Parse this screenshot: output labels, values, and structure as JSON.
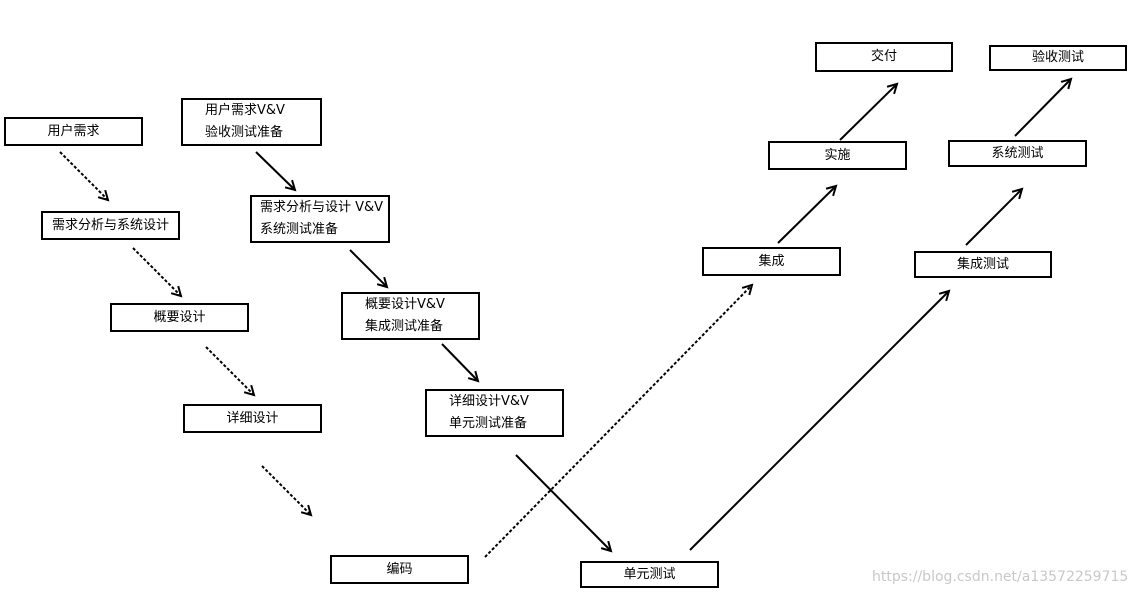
{
  "boxes": {
    "user_req": "用户需求",
    "req_analysis": "需求分析与系统设计",
    "outline_design": "概要设计",
    "detail_design": "详细设计",
    "coding": "编码",
    "user_req_vv": {
      "line1": "用户需求V&V",
      "line2": "验收测试准备"
    },
    "req_analysis_vv": {
      "line1": "需求分析与设计 V&V",
      "line2": "系统测试准备"
    },
    "outline_design_vv": {
      "line1": "概要设计V&V",
      "line2": "集成测试准备"
    },
    "detail_design_vv": {
      "line1": "详细设计V&V",
      "line2": "单元测试准备"
    },
    "unit_test": "单元测试",
    "integration": "集成",
    "integration_test": "集成测试",
    "implementation": "实施",
    "system_test": "系统测试",
    "delivery": "交付",
    "acceptance_test": "验收测试"
  },
  "watermark": "https://blog.csdn.net/a13572259715"
}
